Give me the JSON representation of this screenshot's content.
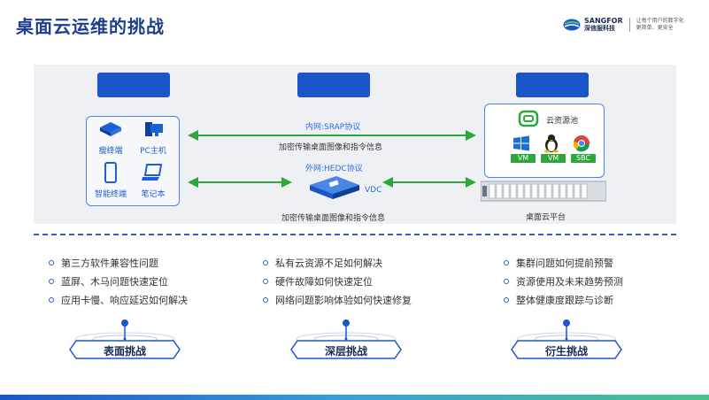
{
  "title": "桌面云运维的挑战",
  "logo": {
    "brand_en": "SANGFOR",
    "brand_cn": "深信服科技",
    "slogan_line1": "让每个用户的数字化",
    "slogan_line2": "更简单、更安全"
  },
  "top_boxes": [
    "",
    "",
    ""
  ],
  "devices": [
    {
      "icon": "thin-client-icon",
      "label": "瘦终端"
    },
    {
      "icon": "pc-host-icon",
      "label": "PC主机"
    },
    {
      "icon": "smart-terminal-icon",
      "label": "智能终端"
    },
    {
      "icon": "laptop-icon",
      "label": "笔记本"
    }
  ],
  "connections": {
    "intranet_protocol": "内网:SRAP协议",
    "intranet_desc": "加密传输桌面图像和指令信息",
    "extranet_protocol": "外网:HEDC协议",
    "extranet_desc": "加密传输桌面图像和指令信息",
    "vdc_label": "VDC"
  },
  "cloud": {
    "pool_label": "云资源池",
    "vms": [
      "VM",
      "VM",
      "SBC"
    ],
    "platform_label": "桌面云平台"
  },
  "challenges": [
    {
      "name": "表面挑战",
      "items": [
        "第三方软件兼容性问题",
        "蓝屏、木马问题快速定位",
        "应用卡慢、响应延迟如何解决"
      ]
    },
    {
      "name": "深层挑战",
      "items": [
        "私有云资源不足如何解决",
        "硬件故障如何快速定位",
        "网络问题影响体验如何快速修复"
      ]
    },
    {
      "name": "衍生挑战",
      "items": [
        "集群问题如何提前预警",
        "资源使用及未来趋势预测",
        "整体健康度跟踪与诊断"
      ]
    }
  ],
  "colors": {
    "title": "#1c3e8f",
    "accent_blue": "#1b56c8",
    "arrow_green": "#2fa63d",
    "vm_green": "#2fa63d"
  }
}
